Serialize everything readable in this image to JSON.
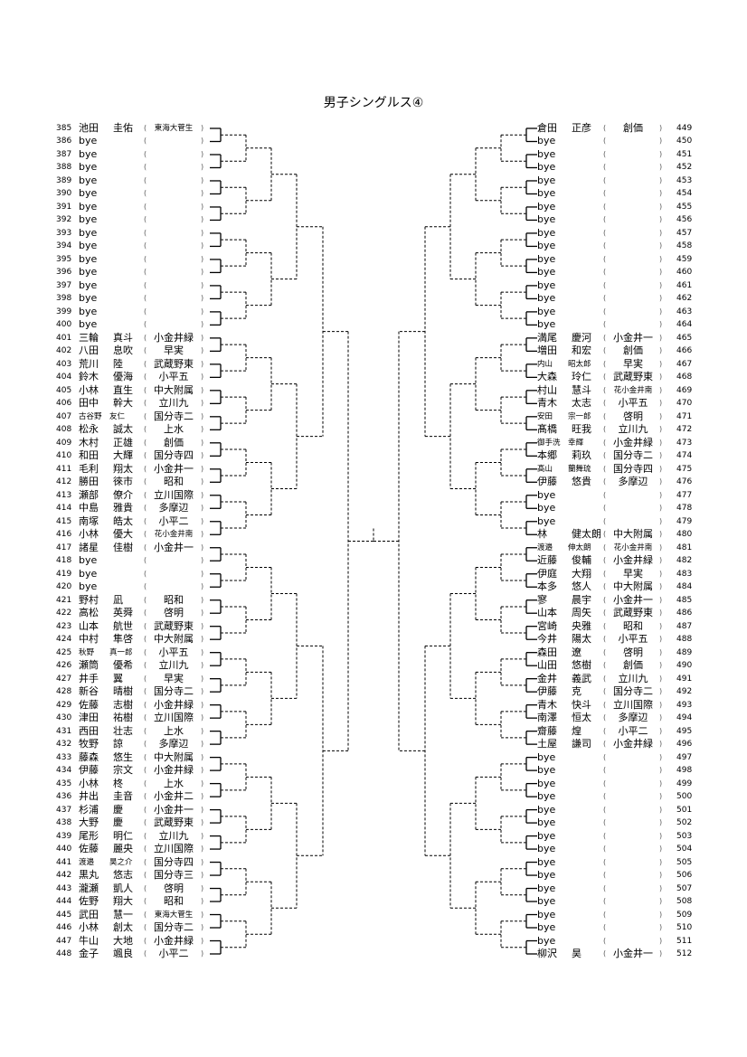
{
  "title": "男子シングルス④",
  "paren": {
    "open": "(",
    "close": ")"
  },
  "left": [
    {
      "no": "385",
      "family": "池田",
      "given": "圭佑",
      "school": "東海大菅生"
    },
    {
      "no": "386",
      "family": "bye"
    },
    {
      "no": "387",
      "family": "bye"
    },
    {
      "no": "388",
      "family": "bye"
    },
    {
      "no": "389",
      "family": "bye"
    },
    {
      "no": "390",
      "family": "bye"
    },
    {
      "no": "391",
      "family": "bye"
    },
    {
      "no": "392",
      "family": "bye"
    },
    {
      "no": "393",
      "family": "bye"
    },
    {
      "no": "394",
      "family": "bye"
    },
    {
      "no": "395",
      "family": "bye"
    },
    {
      "no": "396",
      "family": "bye"
    },
    {
      "no": "397",
      "family": "bye"
    },
    {
      "no": "398",
      "family": "bye"
    },
    {
      "no": "399",
      "family": "bye"
    },
    {
      "no": "400",
      "family": "bye"
    },
    {
      "no": "401",
      "family": "三輪",
      "given": "真斗",
      "school": "小金井緑"
    },
    {
      "no": "402",
      "family": "八田",
      "given": "息吹",
      "school": "早実"
    },
    {
      "no": "403",
      "family": "荒川",
      "given": "陸",
      "school": "武蔵野東"
    },
    {
      "no": "404",
      "family": "鈴木",
      "given": "優海",
      "school": "小平五"
    },
    {
      "no": "405",
      "family": "小林",
      "given": "直生",
      "school": "中大附属"
    },
    {
      "no": "406",
      "family": "田中",
      "given": "幹大",
      "school": "立川九"
    },
    {
      "no": "407",
      "family": "古谷野",
      "given": "友仁",
      "school": "国分寺二"
    },
    {
      "no": "408",
      "family": "松永",
      "given": "誠太",
      "school": "上水"
    },
    {
      "no": "409",
      "family": "木村",
      "given": "正雄",
      "school": "創価"
    },
    {
      "no": "410",
      "family": "和田",
      "given": "大輝",
      "school": "国分寺四"
    },
    {
      "no": "411",
      "family": "毛利",
      "given": "翔太",
      "school": "小金井一"
    },
    {
      "no": "412",
      "family": "勝田",
      "given": "徠市",
      "school": "昭和"
    },
    {
      "no": "413",
      "family": "瀬部",
      "given": "僚介",
      "school": "立川国際"
    },
    {
      "no": "414",
      "family": "中島",
      "given": "雅貴",
      "school": "多摩辺"
    },
    {
      "no": "415",
      "family": "南塚",
      "given": "皓太",
      "school": "小平二"
    },
    {
      "no": "416",
      "family": "小林",
      "given": "優大",
      "school": "花小金井南"
    },
    {
      "no": "417",
      "family": "諸星",
      "given": "佳樹",
      "school": "小金井一"
    },
    {
      "no": "418",
      "family": "bye"
    },
    {
      "no": "419",
      "family": "bye"
    },
    {
      "no": "420",
      "family": "bye"
    },
    {
      "no": "421",
      "family": "野村",
      "given": "凪",
      "school": "昭和"
    },
    {
      "no": "422",
      "family": "高松",
      "given": "英舜",
      "school": "啓明"
    },
    {
      "no": "423",
      "family": "山本",
      "given": "航世",
      "school": "武蔵野東"
    },
    {
      "no": "424",
      "family": "中村",
      "given": "隼啓",
      "school": "中大附属"
    },
    {
      "no": "425",
      "family": "秋野",
      "given": "真一郎",
      "school": "小平五"
    },
    {
      "no": "426",
      "family": "瀬筒",
      "given": "優希",
      "school": "立川九"
    },
    {
      "no": "427",
      "family": "井手",
      "given": "翼",
      "school": "早実"
    },
    {
      "no": "428",
      "family": "新谷",
      "given": "晴樹",
      "school": "国分寺二"
    },
    {
      "no": "429",
      "family": "佐藤",
      "given": "志樹",
      "school": "小金井緑"
    },
    {
      "no": "430",
      "family": "津田",
      "given": "祐樹",
      "school": "立川国際"
    },
    {
      "no": "431",
      "family": "西田",
      "given": "壮志",
      "school": "上水"
    },
    {
      "no": "432",
      "family": "牧野",
      "given": "諒",
      "school": "多摩辺"
    },
    {
      "no": "433",
      "family": "藤森",
      "given": "悠生",
      "school": "中大附属"
    },
    {
      "no": "434",
      "family": "伊藤",
      "given": "宗文",
      "school": "小金井緑"
    },
    {
      "no": "435",
      "family": "小林",
      "given": "柊",
      "school": "上水"
    },
    {
      "no": "436",
      "family": "井出",
      "given": "圭音",
      "school": "小金井二"
    },
    {
      "no": "437",
      "family": "杉浦",
      "given": "慶",
      "school": "小金井一"
    },
    {
      "no": "438",
      "family": "大野",
      "given": "慶",
      "school": "武蔵野東"
    },
    {
      "no": "439",
      "family": "尾形",
      "given": "明仁",
      "school": "立川九"
    },
    {
      "no": "440",
      "family": "佐藤",
      "given": "麗央",
      "school": "立川国際"
    },
    {
      "no": "441",
      "family": "渡邉",
      "given": "昊之介",
      "school": "国分寺四"
    },
    {
      "no": "442",
      "family": "黒丸",
      "given": "悠志",
      "school": "国分寺三"
    },
    {
      "no": "443",
      "family": "瀧瀬",
      "given": "凱人",
      "school": "啓明"
    },
    {
      "no": "444",
      "family": "佐野",
      "given": "翔大",
      "school": "昭和"
    },
    {
      "no": "445",
      "family": "武田",
      "given": "慧一",
      "school": "東海大菅生"
    },
    {
      "no": "446",
      "family": "小林",
      "given": "創太",
      "school": "国分寺二"
    },
    {
      "no": "447",
      "family": "牛山",
      "given": "大地",
      "school": "小金井緑"
    },
    {
      "no": "448",
      "family": "金子",
      "given": "颯良",
      "school": "小平二"
    }
  ],
  "right": [
    {
      "no": "449",
      "family": "倉田",
      "given": "正彦",
      "school": "創価"
    },
    {
      "no": "450",
      "family": "bye"
    },
    {
      "no": "451",
      "family": "bye"
    },
    {
      "no": "452",
      "family": "bye"
    },
    {
      "no": "453",
      "family": "bye"
    },
    {
      "no": "454",
      "family": "bye"
    },
    {
      "no": "455",
      "family": "bye"
    },
    {
      "no": "456",
      "family": "bye"
    },
    {
      "no": "457",
      "family": "bye"
    },
    {
      "no": "458",
      "family": "bye"
    },
    {
      "no": "459",
      "family": "bye"
    },
    {
      "no": "460",
      "family": "bye"
    },
    {
      "no": "461",
      "family": "bye"
    },
    {
      "no": "462",
      "family": "bye"
    },
    {
      "no": "463",
      "family": "bye"
    },
    {
      "no": "464",
      "family": "bye"
    },
    {
      "no": "465",
      "family": "満尾",
      "given": "慶河",
      "school": "小金井一"
    },
    {
      "no": "466",
      "family": "増田",
      "given": "和宏",
      "school": "創価"
    },
    {
      "no": "467",
      "family": "内山",
      "given": "昭太郎",
      "school": "早実"
    },
    {
      "no": "468",
      "family": "大森",
      "given": "玲仁",
      "school": "武蔵野東"
    },
    {
      "no": "469",
      "family": "村山",
      "given": "慧斗",
      "school": "花小金井南"
    },
    {
      "no": "470",
      "family": "青木",
      "given": "太志",
      "school": "小平五"
    },
    {
      "no": "471",
      "family": "安田",
      "given": "宗一郎",
      "school": "啓明"
    },
    {
      "no": "472",
      "family": "髙橋",
      "given": "旺我",
      "school": "立川九"
    },
    {
      "no": "473",
      "family": "御手洗",
      "given": "幸輝",
      "school": "小金井緑"
    },
    {
      "no": "474",
      "family": "本郷",
      "given": "莉玖",
      "school": "国分寺二"
    },
    {
      "no": "475",
      "family": "髙山",
      "given": "蘭舞琉",
      "school": "国分寺四"
    },
    {
      "no": "476",
      "family": "伊藤",
      "given": "悠貴",
      "school": "多摩辺"
    },
    {
      "no": "477",
      "family": "bye"
    },
    {
      "no": "478",
      "family": "bye"
    },
    {
      "no": "479",
      "family": "bye"
    },
    {
      "no": "480",
      "family": "林",
      "given": "健太朗",
      "school": "中大附属"
    },
    {
      "no": "481",
      "family": "渡邉",
      "given": "伸太朗",
      "school": "花小金井南"
    },
    {
      "no": "482",
      "family": "近藤",
      "given": "俊輔",
      "school": "小金井緑"
    },
    {
      "no": "483",
      "family": "伊庭",
      "given": "大翔",
      "school": "早実"
    },
    {
      "no": "484",
      "family": "本多",
      "given": "悠人",
      "school": "中大附属"
    },
    {
      "no": "485",
      "family": "寥",
      "given": "晨宇",
      "school": "小金井一"
    },
    {
      "no": "486",
      "family": "山本",
      "given": "周矢",
      "school": "武蔵野東"
    },
    {
      "no": "487",
      "family": "宮崎",
      "given": "央雅",
      "school": "昭和"
    },
    {
      "no": "488",
      "family": "今井",
      "given": "陽太",
      "school": "小平五"
    },
    {
      "no": "489",
      "family": "森田",
      "given": "遼",
      "school": "啓明"
    },
    {
      "no": "490",
      "family": "山田",
      "given": "悠樹",
      "school": "創価"
    },
    {
      "no": "491",
      "family": "金井",
      "given": "義武",
      "school": "立川九"
    },
    {
      "no": "492",
      "family": "伊藤",
      "given": "克",
      "school": "国分寺二"
    },
    {
      "no": "493",
      "family": "青木",
      "given": "快斗",
      "school": "立川国際"
    },
    {
      "no": "494",
      "family": "南澤",
      "given": "恒太",
      "school": "多摩辺"
    },
    {
      "no": "495",
      "family": "齋藤",
      "given": "煌",
      "school": "小平二"
    },
    {
      "no": "496",
      "family": "土屋",
      "given": "謙司",
      "school": "小金井緑"
    },
    {
      "no": "497",
      "family": "bye"
    },
    {
      "no": "498",
      "family": "bye"
    },
    {
      "no": "499",
      "family": "bye"
    },
    {
      "no": "500",
      "family": "bye"
    },
    {
      "no": "501",
      "family": "bye"
    },
    {
      "no": "502",
      "family": "bye"
    },
    {
      "no": "503",
      "family": "bye"
    },
    {
      "no": "504",
      "family": "bye"
    },
    {
      "no": "505",
      "family": "bye"
    },
    {
      "no": "506",
      "family": "bye"
    },
    {
      "no": "507",
      "family": "bye"
    },
    {
      "no": "508",
      "family": "bye"
    },
    {
      "no": "509",
      "family": "bye"
    },
    {
      "no": "510",
      "family": "bye"
    },
    {
      "no": "511",
      "family": "bye"
    },
    {
      "no": "512",
      "family": "柳沢",
      "given": "昊",
      "school": "小金井一"
    }
  ]
}
